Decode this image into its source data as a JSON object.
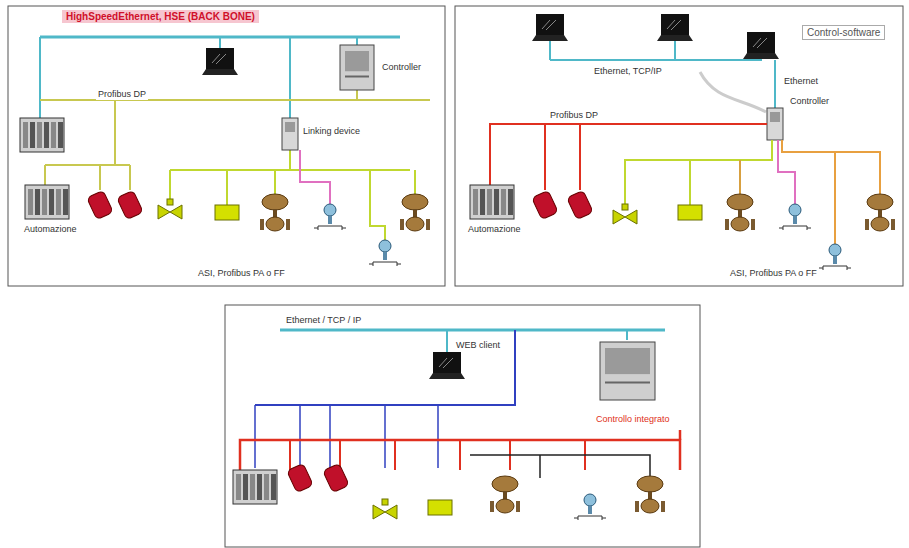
{
  "diagram": {
    "nodes": [
      {
        "text": [
          "HighSpeedEthernet, HSE (BACK BONE)"
        ]
      },
      {
        "text": [
          "Control-software"
        ]
      }
    ],
    "labels": [
      "Profibus DP",
      "Controller",
      "Linking device",
      "Automazione",
      "ASI, Profibus PA o FF",
      "Ethernet, TCP/IP",
      "Ethernet",
      "Controller",
      "Profibus DP",
      "Automazione",
      "ASI, Profibus PA o FF",
      "Ethernet / TCP / IP",
      "WEB client",
      "Controllo integrato"
    ]
  }
}
